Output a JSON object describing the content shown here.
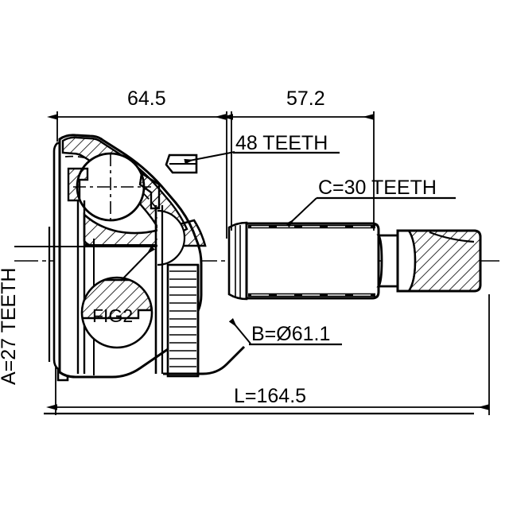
{
  "drawing": {
    "title": "CV Joint Outer Assembly Cross-Section",
    "ink_color": "#000000",
    "background_color": "#ffffff"
  },
  "dimensions": {
    "upper_left": "64.5",
    "upper_right": "57.2",
    "overall": "L=164.5"
  },
  "callouts": {
    "abs_ring_teeth": "48 TEETH",
    "outer_spline_teeth": "C=30 TEETH",
    "inner_spline_teeth": "A=27 TEETH",
    "bell_diameter": "B=Ø61.1",
    "detail_ref": "FIG2"
  },
  "icons": {
    "arrow_left": "arrow-left-icon",
    "arrow_right": "arrow-right-icon",
    "leader": "leader-line-icon",
    "centerline": "centerline-icon"
  }
}
